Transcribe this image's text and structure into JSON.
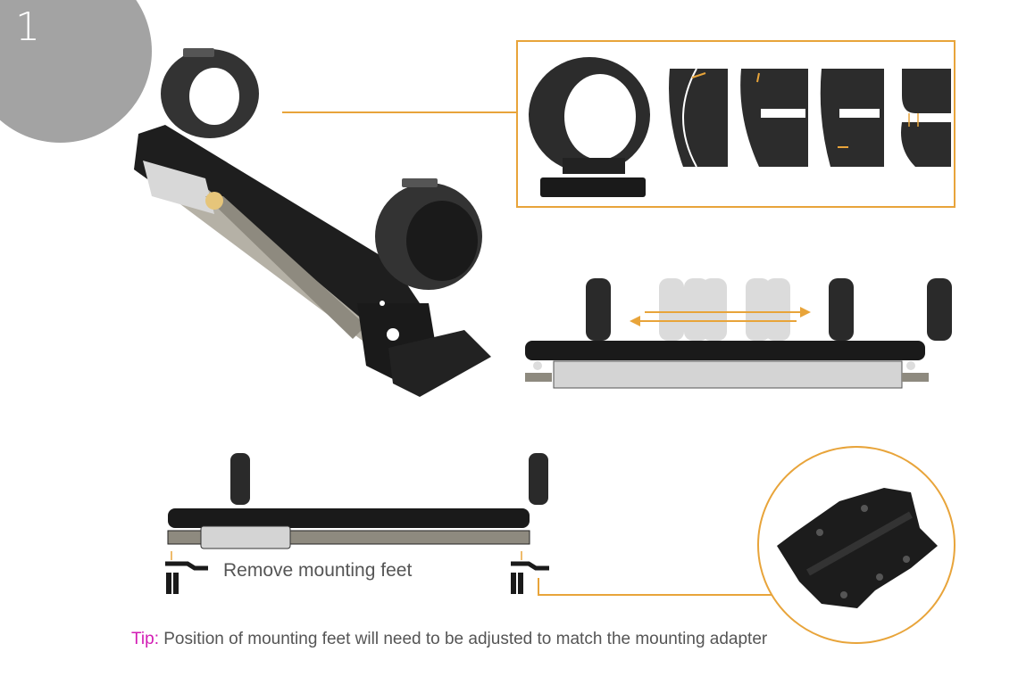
{
  "step": {
    "number": "1"
  },
  "illustrations": {
    "main_rail": "Isometric view of mounting rail with two scope rings",
    "ring_detail": "Scope ring disassembly sequence (5 stages)",
    "side_adjust": "Side view: rings slide along rail (double-headed arrows)",
    "side_feet": "Side view: rail with mounting feet underneath",
    "adapter_detail": "Mounting adapter plate close-up"
  },
  "caption": {
    "remove_feet": "Remove mounting feet"
  },
  "tip": {
    "label": "Tip:",
    "text": " Position of mounting feet will need to be adjusted to match the mounting adapter"
  },
  "colors": {
    "accent": "#e8a43a",
    "tip": "#d21cb4",
    "badge": "#a3a3a3",
    "part": "#262626"
  }
}
